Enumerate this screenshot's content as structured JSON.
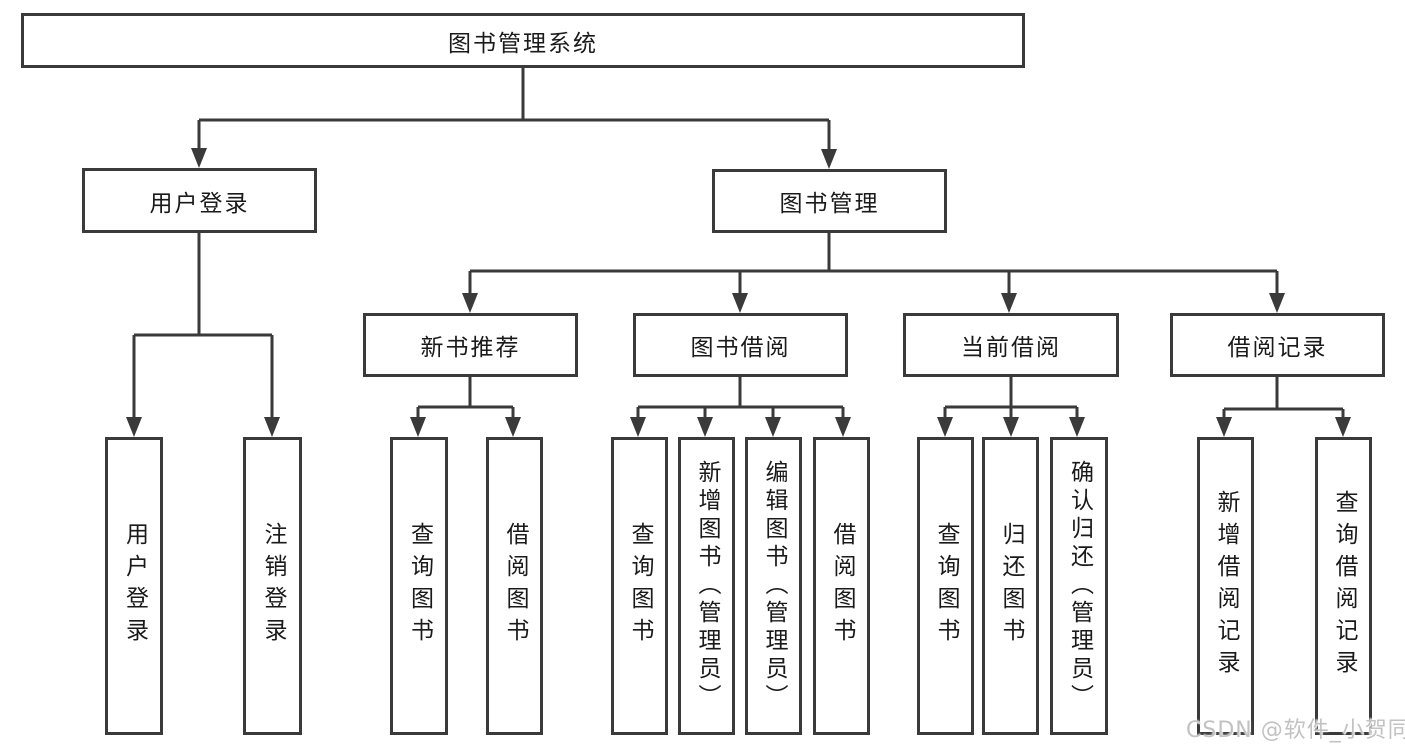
{
  "colors": {
    "line": "#3a3a3a",
    "text": "#1a1a1a",
    "background": "#ffffff",
    "watermark": "#c2c2c2"
  },
  "nodes": {
    "root": "图书管理系统",
    "user_login": "用户登录",
    "book_management": "图书管理",
    "new_book_recommend": "新书推荐",
    "book_borrow": "图书借阅",
    "current_borrow": "当前借阅",
    "borrow_records": "借阅记录",
    "login": "用户登录",
    "logout": "注销登录",
    "recommend_query_books": "查询图书",
    "recommend_borrow_books": "借阅图书",
    "borrow_query_books": "查询图书",
    "borrow_add_books": "新增图书（管理员）",
    "borrow_edit_books": "编辑图书（管理员）",
    "borrow_borrow_books": "借阅图书",
    "current_query_books": "查询图书",
    "current_return_books": "归还图书",
    "current_confirm_return": "确认归还（管理员）",
    "records_add_record": "新增借阅记录",
    "records_query_record": "查询借阅记录"
  },
  "watermark": {
    "text": "CSDN @软件_小贺同学"
  }
}
